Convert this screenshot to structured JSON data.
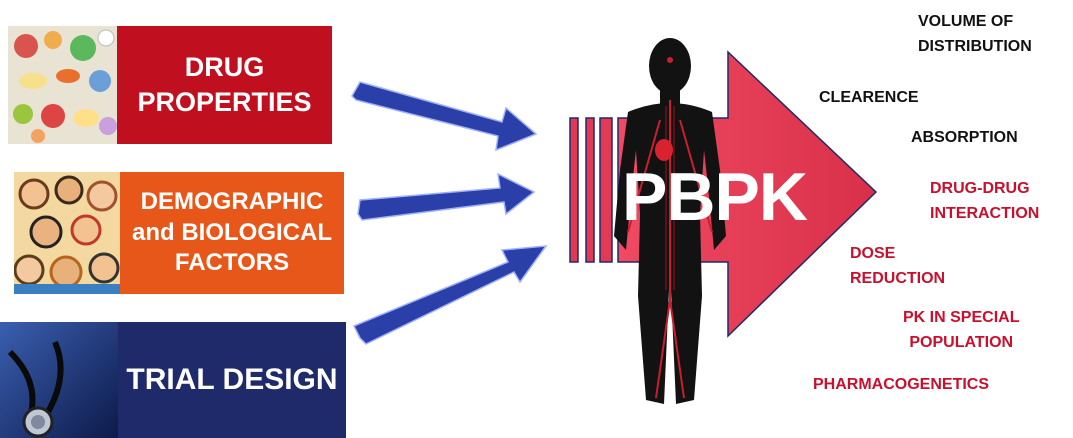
{
  "inputs": {
    "drug": {
      "line1": "DRUG",
      "line2": "PROPERTIES"
    },
    "demographic": {
      "line1": "DEMOGRAPHIC",
      "line2": "and BIOLOGICAL",
      "line3": "FACTORS"
    },
    "trial": {
      "label": "TRIAL DESIGN"
    }
  },
  "center": {
    "label": "PBPK"
  },
  "outputs": {
    "volume": {
      "line1": "VOLUME OF",
      "line2": "DISTRIBUTION"
    },
    "clearence": "CLEARENCE",
    "absorption": "ABSORPTION",
    "ddi": {
      "line1": "DRUG-DRUG",
      "line2": "INTERACTION"
    },
    "dose": {
      "line1": "DOSE",
      "line2": "REDUCTION"
    },
    "special": {
      "line1": "PK IN SPECIAL",
      "line2": "POPULATION"
    },
    "pgx": "PHARMACOGENETICS"
  },
  "colors": {
    "drug_box": "#c00f1e",
    "demographic_box": "#e8571a",
    "trial_box": "#1f2a6b",
    "arrow_blue": "#2a3fa8",
    "big_arrow": "#e23a54",
    "output_red": "#c8102e",
    "output_dark": "#111111"
  }
}
